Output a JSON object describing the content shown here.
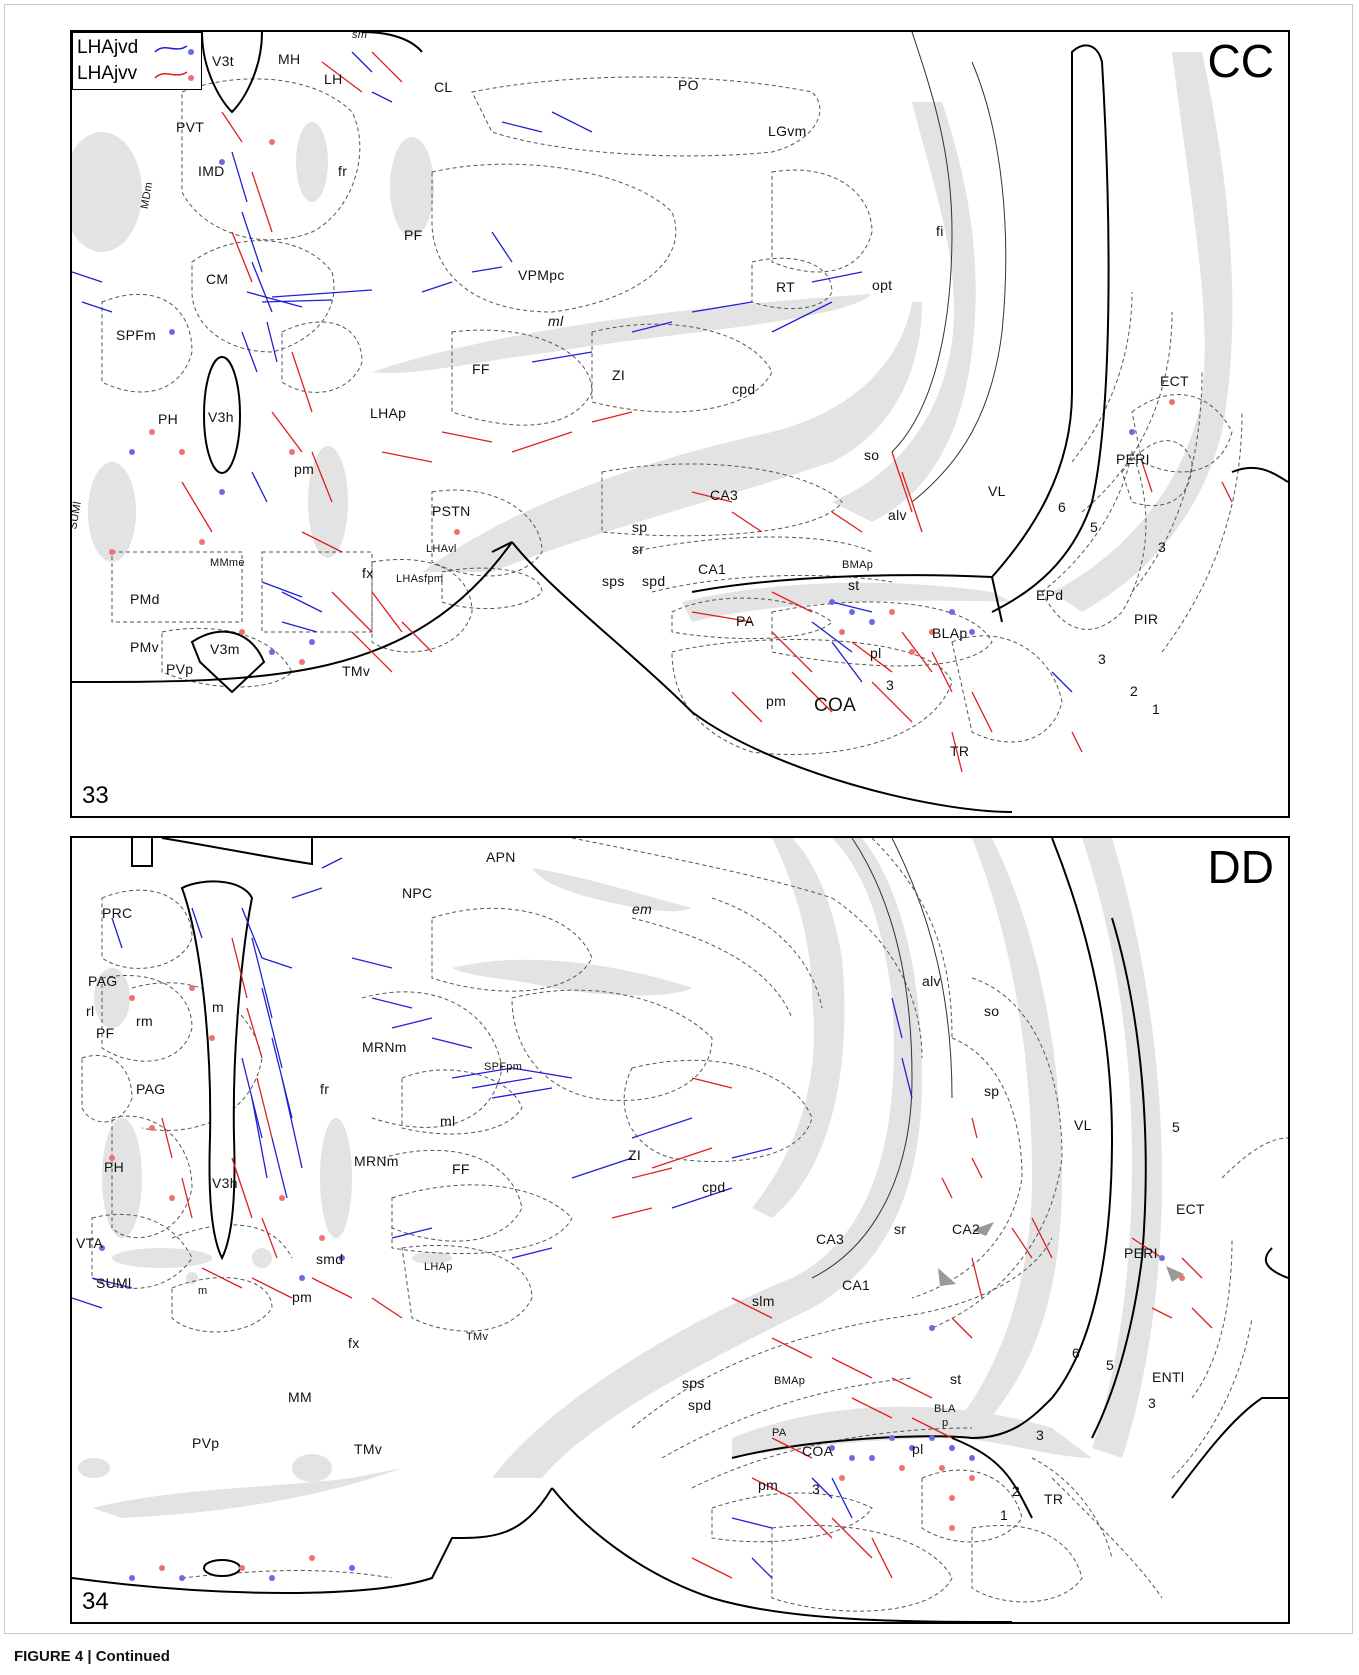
{
  "legend": {
    "items": [
      {
        "label": "LHAjvd",
        "color": "#1f1fd6",
        "dot_color": "#6a6ae6"
      },
      {
        "label": "LHAjvv",
        "color": "#e01f1f",
        "dot_color": "#f07070"
      }
    ]
  },
  "panels": [
    {
      "letter": "CC",
      "section": "33",
      "regions": [
        "sm",
        "V3t",
        "MH",
        "LH",
        "CL",
        "PO",
        "PVT",
        "LGvm",
        "IMD",
        "MDm",
        "fr",
        "PF",
        "fi",
        "CM",
        "VPMpc",
        "RT",
        "opt",
        "ml",
        "SPFm",
        "FF",
        "ZI",
        "LHAp",
        "cpd",
        "ECT",
        "PH",
        "V3h",
        "so",
        "PERI",
        "pm",
        "SUMl",
        "PSTN",
        "CA3",
        "alv",
        "VL",
        "6",
        "5",
        "sp",
        "3",
        "sr",
        "MMme",
        "LHAvl",
        "CA1",
        "fx",
        "LHAsfpm",
        "sps",
        "spd",
        "BMAp",
        "st",
        "EPd",
        "PIR",
        "PMd",
        "PA",
        "BLAp",
        "V3m",
        "PMv",
        "PVp",
        "TMv",
        "pl",
        "3",
        "pm",
        "3",
        "COA",
        "2",
        "1",
        "TR"
      ]
    },
    {
      "letter": "DD",
      "section": "34",
      "regions": [
        "APN",
        "NPC",
        "em",
        "PRC",
        "alv",
        "PAG",
        "so",
        "rm",
        "m",
        "rl",
        "PF",
        "MRNm",
        "SPFpm",
        "sp",
        "VL",
        "5",
        "PAG",
        "fr",
        "ml",
        "ZI",
        "PH",
        "V3h",
        "MRNm",
        "FF",
        "cpd",
        "ECT",
        "sr",
        "CA2",
        "CA3",
        "VTA",
        "smd",
        "PERI",
        "LHAp",
        "SUMl",
        "m",
        "pm",
        "CA1",
        "slm",
        "fx",
        "TMv",
        "6",
        "5",
        "ENTl",
        "st",
        "sps",
        "BMAp",
        "spd",
        "MM",
        "BLA",
        "p",
        "3",
        "PA",
        "3",
        "PVp",
        "COA",
        "pl",
        "TMv",
        "pm",
        "3",
        "2",
        "TR",
        "1"
      ]
    }
  ],
  "caption": "FIGURE 4 | Continued"
}
